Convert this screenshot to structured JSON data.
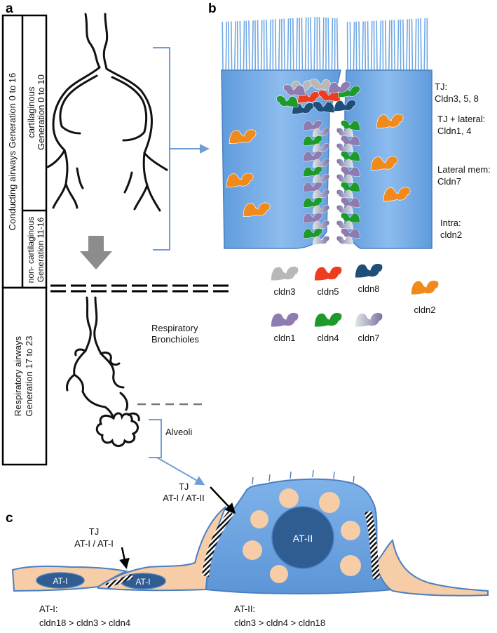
{
  "panels": {
    "a": "a",
    "b": "b",
    "c": "c"
  },
  "panel_a": {
    "conducting": "Conducting airways Generation 0 to 16",
    "cart_line1": "cartilaginous",
    "cart_line2": "Generation 0 to 10",
    "noncart_line1": "non- cartilaginous",
    "noncart_line2": "Generation 11-16",
    "resp_line1": "Respiratory airways",
    "resp_line2": "Generation 17 to 23",
    "bronch_line1": "Respiratory",
    "bronch_line2": "Bronchioles",
    "alveoli": "Alveoli"
  },
  "panel_b": {
    "tj_title": "TJ:",
    "tj_value": "Cldn3, 5, 8",
    "tjlat_title": "TJ + lateral:",
    "tjlat_value": "Cldn1, 4",
    "latmem_title": "Lateral mem:",
    "latmem_value": "Cldn7",
    "intra_title": "Intra:",
    "intra_value": "cldn2",
    "legend": [
      {
        "label": "cldn3",
        "color": "#b8b8b8"
      },
      {
        "label": "cldn5",
        "color": "#f03c1e"
      },
      {
        "label": "cldn8",
        "color": "#1f4e79"
      },
      {
        "label": "cldn2",
        "color": "#f08a1c"
      },
      {
        "label": "cldn1",
        "color": "#8e7bb0"
      },
      {
        "label": "cldn4",
        "color": "#1e9a2c"
      },
      {
        "label": "cldn7",
        "color": "#8a7fae"
      }
    ]
  },
  "panel_c": {
    "tj_top_1": "TJ",
    "tj_top_2": "AT-I / AT-II",
    "tj_left_1": "TJ",
    "tj_left_2": "AT-I / AT-I",
    "at1_nucleus_a": "AT-I",
    "at1_nucleus_b": "AT-I",
    "at2_nucleus": "AT-II",
    "at1_title": "AT-I:",
    "at1_order": "cldn18 > cldn3 > cldn4",
    "at2_title": "AT-II:",
    "at2_order": "cldn3 > cldn4 > cldn18"
  },
  "colors": {
    "cell_blue": "#6fa8e4",
    "cell_edge": "#4a7fc0",
    "cytoplasm": "#f6cda6",
    "nucleus": "#2f5d92",
    "arrow_blue": "#6f9ed6"
  }
}
